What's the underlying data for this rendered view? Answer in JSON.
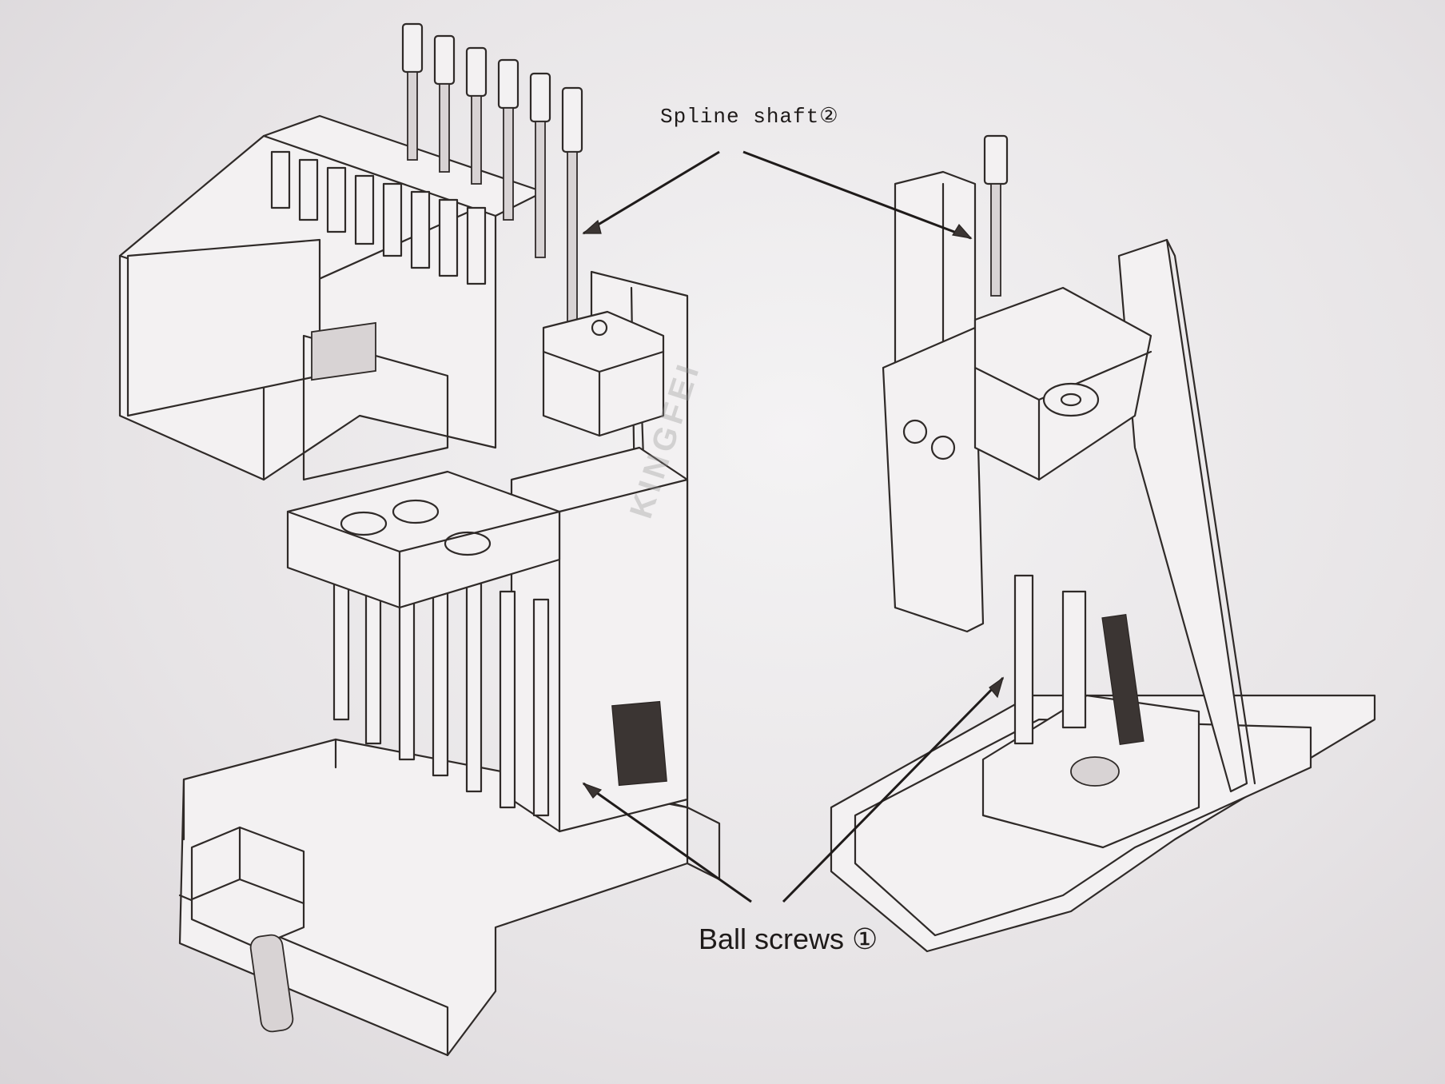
{
  "labels": {
    "spline_shaft": "Spline shaft②",
    "ball_screws": "Ball screws ①"
  },
  "watermark": "KINGFEI",
  "colors": {
    "paper": "#eeebed",
    "ink": "#2f2a28"
  }
}
